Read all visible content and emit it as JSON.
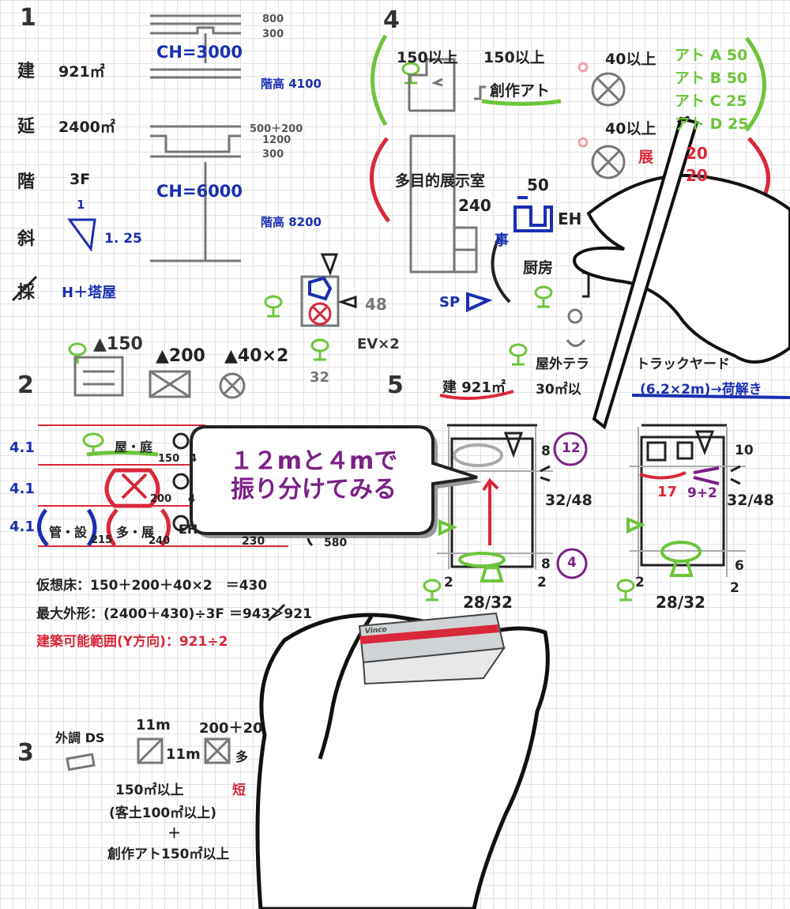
{
  "section_numbers": [
    "1",
    "2",
    "3",
    "4",
    "5"
  ],
  "s1": {
    "labels": [
      "建",
      "延",
      "階",
      "斜",
      "採"
    ],
    "values": [
      "921㎡",
      "2400㎡",
      "3F"
    ],
    "slope_one": "1",
    "slope_ratio": "1. 25",
    "height_note": "H＋塔屋",
    "ch1": "CH=3000",
    "ch2": "CH=6000",
    "dims1": [
      "800",
      "300"
    ],
    "dims2": [
      "500＋200",
      "1200",
      "300"
    ],
    "floor_h1": "階高 4100",
    "floor_h2": "階高 8200",
    "lab_48": "48",
    "ev": "EV×2",
    "lab_32": "32"
  },
  "s2": {
    "a150": "▲150",
    "a200": "▲200",
    "a40": "▲40×2",
    "row_labels": [
      "4.1",
      "4.1",
      "4.1"
    ],
    "roof": "屋・庭",
    "r150": "150",
    "r4a": "4",
    "r200": "200",
    "r4b": "4",
    "kansetsu": "管・設",
    "taten": "多・展",
    "eh": "EH",
    "n215": "215",
    "n240": "240",
    "n230": "230",
    "n580": "580",
    "calc1": "仮想床：150＋200＋40×2　＝430",
    "calc2": "最大外形：(2400＋430)÷3F ＝943＞921",
    "calc3": "建築可能範囲(Y方向)：921÷2"
  },
  "s3": {
    "gaicho": "外調 DS",
    "m11a": "11m",
    "m11b": "11m",
    "m200": "200＋20",
    "ta": "多",
    "over150": "150㎡以上",
    "tan": "短",
    "kyakudo": "(客土100㎡以上)",
    "plus": "＋",
    "sousaku150": "創作アト150㎡以上"
  },
  "s4": {
    "over150a": "150以上",
    "over150b": "150以上",
    "sousaku": "創作アト",
    "over40a": "40以上",
    "over40b": "40以上",
    "atelier": [
      "アト A 50",
      "アト B 50",
      "アト C 25",
      "アト D 25"
    ],
    "red_partial": [
      "展",
      "20",
      "20"
    ],
    "tamokuteki": "多目的展示室",
    "n50": "50",
    "n240": "240",
    "eh": "EH",
    "koto": "事",
    "sp": "SP",
    "kitchen": "厨房",
    "outdoor": "屋外テラ",
    "outdoor2": "30㎡以",
    "truck": "トラックヤード",
    "truck2": "(6.2×2m)→荷解き"
  },
  "s5": {
    "ken": "建 921㎡",
    "n8a": "8",
    "c12": "12",
    "r3248a": "32/48",
    "n8b": "8",
    "c4": "4",
    "n2a": "2",
    "n2b": "2",
    "r2832a": "28/32",
    "n10": "10",
    "n17": "17",
    "n92": "9+2",
    "r3248b": "32/48",
    "n6": "6",
    "n2c": "2",
    "n2d": "2",
    "r2832b": "28/32"
  },
  "bubble": {
    "line1": "１２mと４mで",
    "line2": "振り分けてみる"
  },
  "scale_ruler": {
    "brand": "Vinco"
  }
}
